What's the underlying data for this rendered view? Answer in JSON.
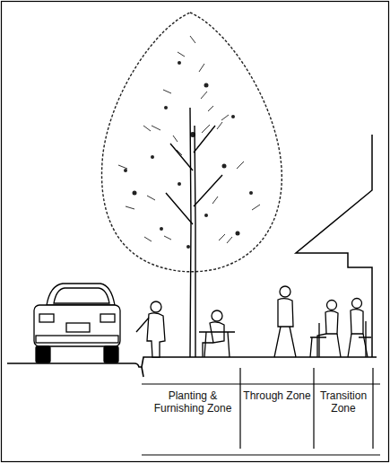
{
  "diagram": {
    "labels": [
      "Planting & Furnishing Zone",
      "Through Zone",
      "Transition Zone"
    ]
  }
}
